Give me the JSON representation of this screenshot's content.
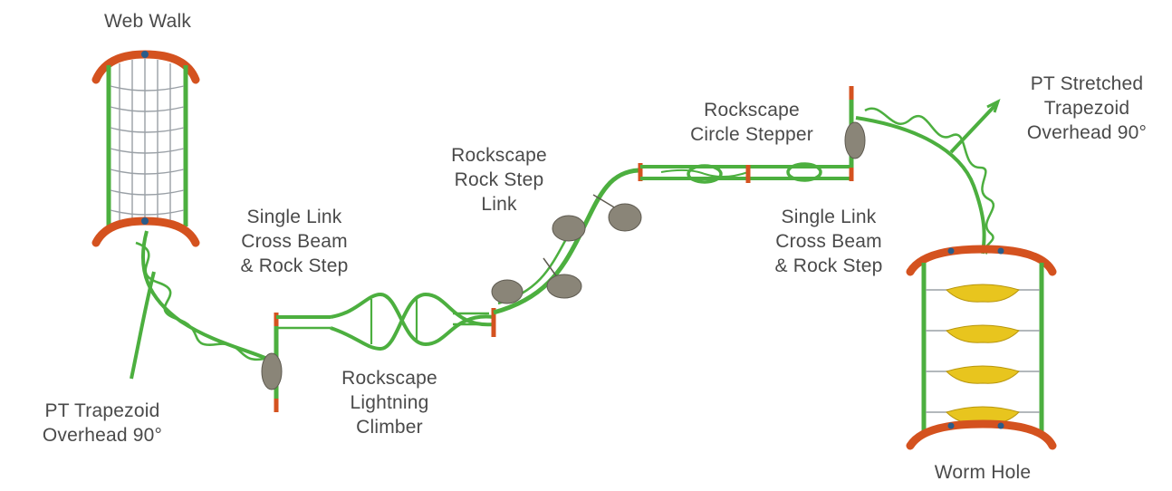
{
  "title": "",
  "palette": {
    "frame_green": "#4caf3f",
    "cap_orange": "#d4521f",
    "rock_gray": "#8a8578",
    "stepper_yellow": "#e8c51e",
    "net_gray": "#9aa0a6",
    "text": "#4a4a4a"
  },
  "labels": {
    "web_walk": [
      "Web Walk"
    ],
    "pt_trapezoid": [
      "PT Trapezoid",
      "Overhead 90°"
    ],
    "single_link_left": [
      "Single Link",
      "Cross Beam",
      "& Rock Step"
    ],
    "lightning_climber": [
      "Rockscape",
      "Lightning",
      "Climber"
    ],
    "rock_step_link": [
      "Rockscape",
      "Rock Step",
      "Link"
    ],
    "circle_stepper": [
      "Rockscape",
      "Circle Stepper"
    ],
    "single_link_right": [
      "Single Link",
      "Cross Beam",
      "& Rock Step"
    ],
    "pt_stretched": [
      "PT Stretched",
      "Trapezoid",
      "Overhead 90°"
    ],
    "worm_hole": [
      "Worm Hole"
    ]
  },
  "components": [
    {
      "name": "web-walk",
      "icon": "net-tower-icon"
    },
    {
      "name": "pt-trapezoid-overhead",
      "icon": "spiral-ladder-icon"
    },
    {
      "name": "single-link-cross-beam-left",
      "icon": "post-icon"
    },
    {
      "name": "rockscape-lightning-climber",
      "icon": "twisted-climber-icon"
    },
    {
      "name": "rockscape-rock-step-link",
      "icon": "rock-step-icon"
    },
    {
      "name": "rockscape-circle-stepper",
      "icon": "ring-stepper-icon"
    },
    {
      "name": "single-link-cross-beam-right",
      "icon": "post-icon"
    },
    {
      "name": "pt-stretched-trapezoid-overhead",
      "icon": "spiral-ladder-icon"
    },
    {
      "name": "worm-hole",
      "icon": "tube-tower-icon"
    }
  ]
}
